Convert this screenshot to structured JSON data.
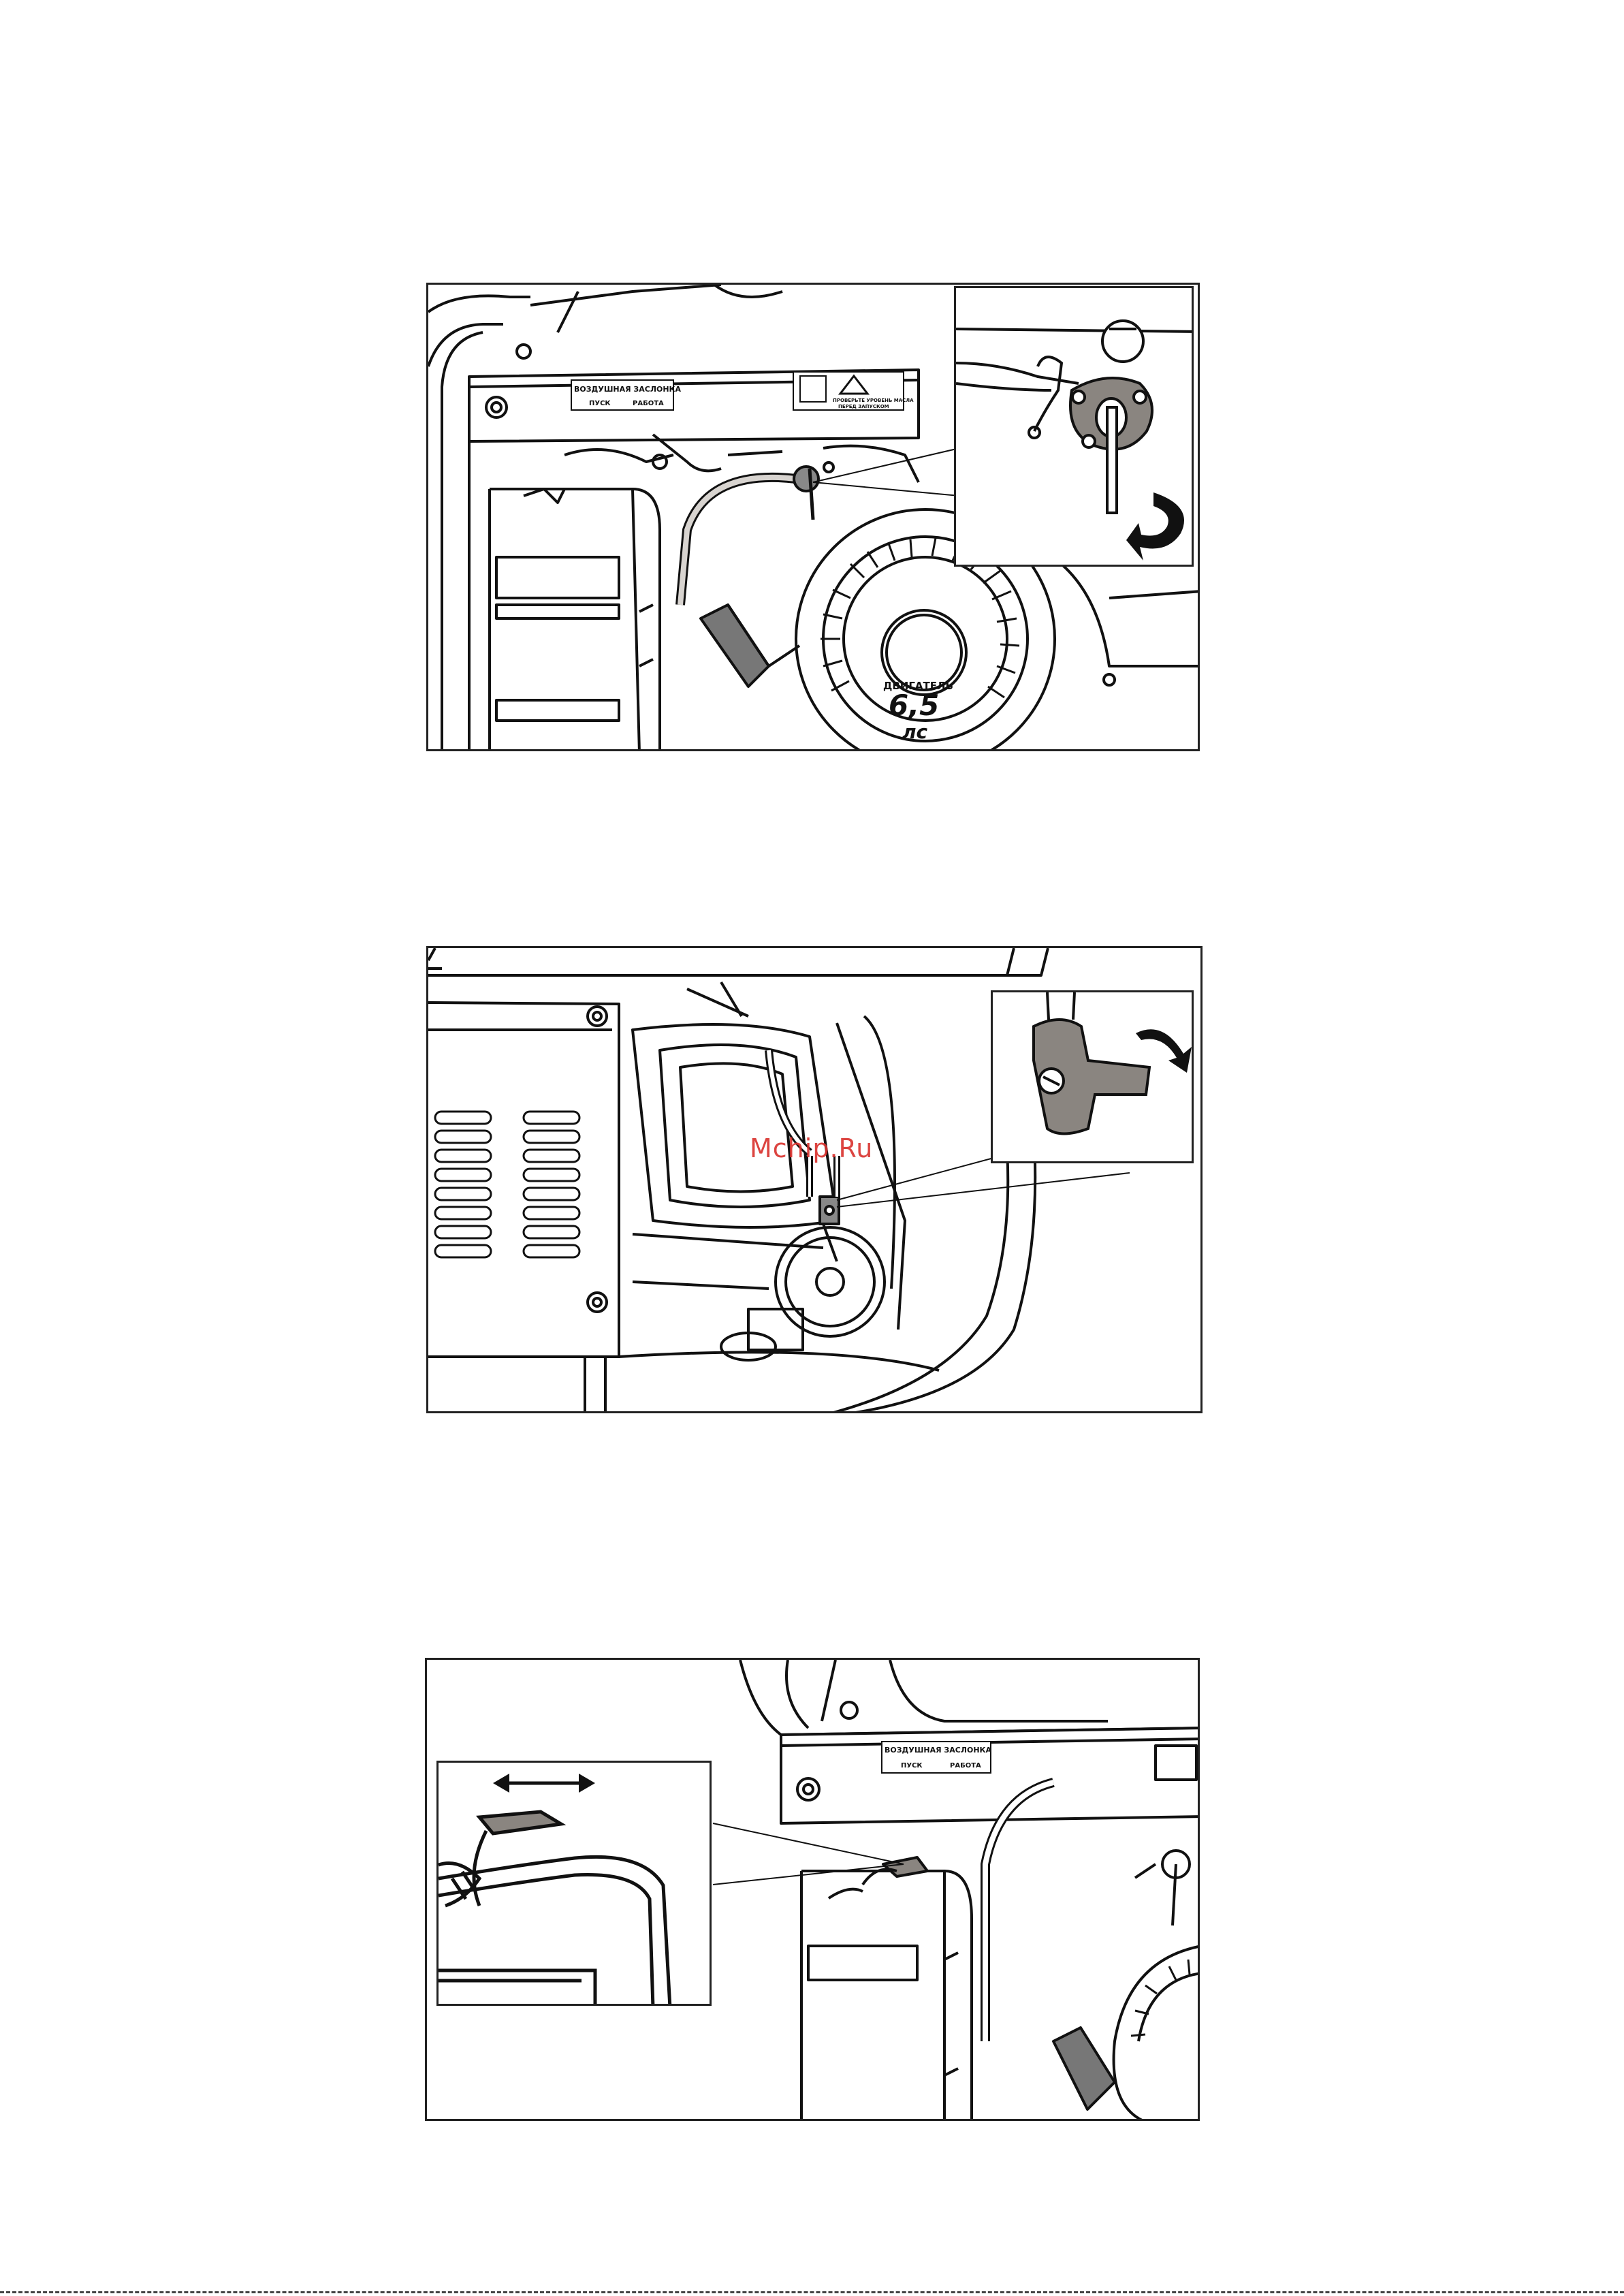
{
  "figures": {
    "fig1": {
      "panel_label": "ВОЗДУШНАЯ ЗАСЛОНКА",
      "start_label": "ПУСК",
      "run_label": "РАБОТА",
      "warning_line1": "ПРОВЕРЬТЕ УРОВЕНЬ МАСЛА",
      "warning_line2": "ПЕРЕД ЗАПУСКОМ",
      "engine_label": "ДВИГАТЕЛЬ",
      "engine_power": "6,5",
      "engine_unit": "лс"
    },
    "fig3": {
      "panel_label": "ВОЗДУШНАЯ ЗАСЛОНКА",
      "start_label": "ПУСК",
      "run_label": "РАБОТА"
    }
  },
  "watermark": "Mchip.Ru"
}
